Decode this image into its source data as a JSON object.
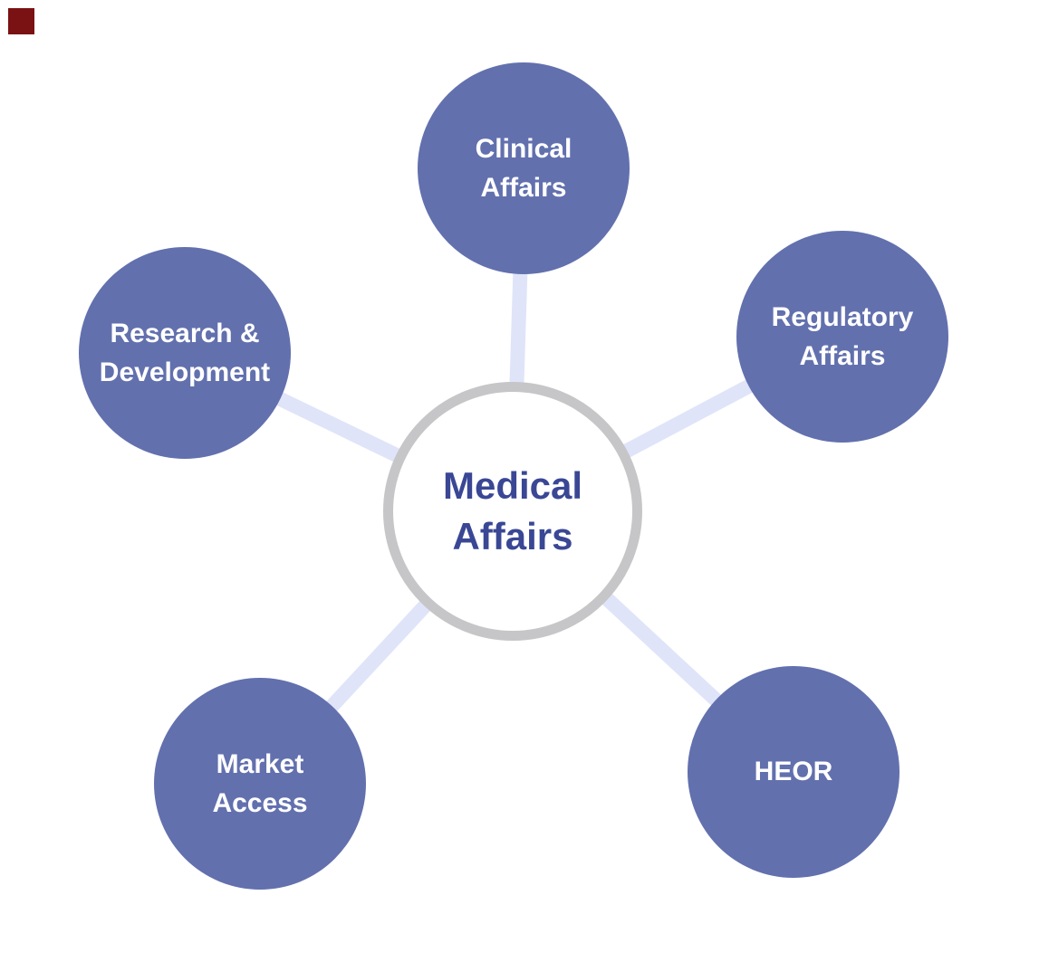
{
  "diagram": {
    "title_hint": "Medical Affairs hub-and-spoke diagram",
    "center": {
      "label": "Medical\nAffairs"
    },
    "nodes": [
      {
        "id": "clinical-affairs",
        "label": "Clinical\nAffairs"
      },
      {
        "id": "regulatory-affairs",
        "label": "Regulatory\nAffairs"
      },
      {
        "id": "heor",
        "label": "HEOR"
      },
      {
        "id": "market-access",
        "label": "Market\nAccess"
      },
      {
        "id": "research-development",
        "label": "Research &\nDevelopment"
      }
    ],
    "colors": {
      "node_fill": "#6270ae",
      "node_text": "#ffffff",
      "hub_ring": "#c6c6c8",
      "hub_fill": "#ffffff",
      "hub_text": "#3a4795",
      "connector": "#dfe4f9",
      "corner_marker": "#7a1113"
    }
  }
}
